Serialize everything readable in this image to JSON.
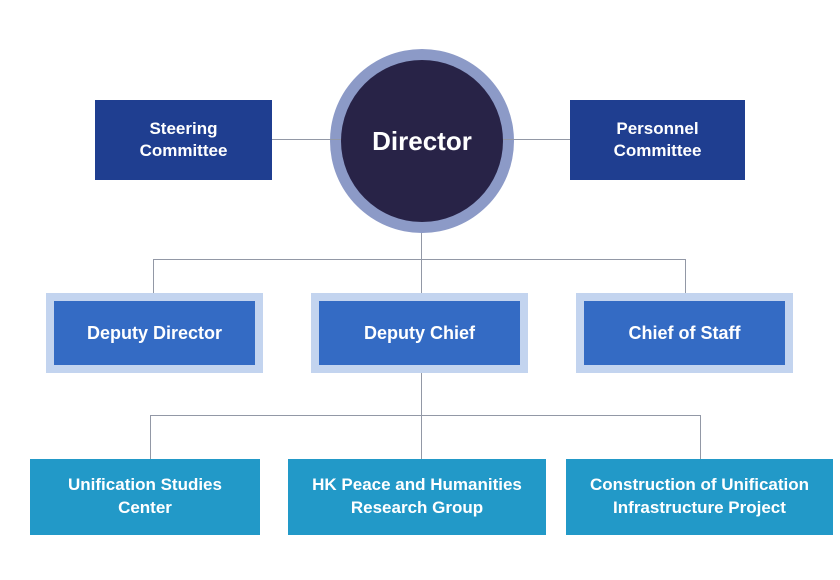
{
  "diagram": {
    "type": "organization-chart",
    "colors": {
      "background": "#FFFFFF",
      "committee_box": "#1F3E90",
      "director_fill": "#282347",
      "director_ring": "#8C9AC7",
      "management_box": "#346BC4",
      "management_frame": "#C3D4EF",
      "unit_box": "#2299C8",
      "connector_line": "#9298A6",
      "text": "#FFFFFF"
    },
    "director": {
      "label": "Director"
    },
    "committees": [
      {
        "id": "steering-committee",
        "label": "Steering\nCommittee"
      },
      {
        "id": "personnel-committee",
        "label": "Personnel\nCommittee"
      }
    ],
    "management_row": [
      {
        "id": "deputy-director",
        "label": "Deputy Director"
      },
      {
        "id": "deputy-chief",
        "label": "Deputy Chief"
      },
      {
        "id": "chief-of-staff",
        "label": "Chief of Staff"
      }
    ],
    "units_row": [
      {
        "id": "unification-studies-center",
        "label": "Unification Studies\nCenter"
      },
      {
        "id": "hk-peace-and-humanities-research-group",
        "label": "HK Peace and Humanities\nResearch Group"
      },
      {
        "id": "construction-of-unification-infrastructure-project",
        "label": "Construction of Unification\nInfrastructure Project"
      }
    ],
    "edges": [
      {
        "from": "steering-committee",
        "to": "director"
      },
      {
        "from": "personnel-committee",
        "to": "director"
      },
      {
        "from": "director",
        "to": "deputy-director"
      },
      {
        "from": "director",
        "to": "deputy-chief"
      },
      {
        "from": "director",
        "to": "chief-of-staff"
      },
      {
        "from": "deputy-chief",
        "to": "unification-studies-center"
      },
      {
        "from": "deputy-chief",
        "to": "hk-peace-and-humanities-research-group"
      },
      {
        "from": "deputy-chief",
        "to": "construction-of-unification-infrastructure-project"
      }
    ]
  }
}
